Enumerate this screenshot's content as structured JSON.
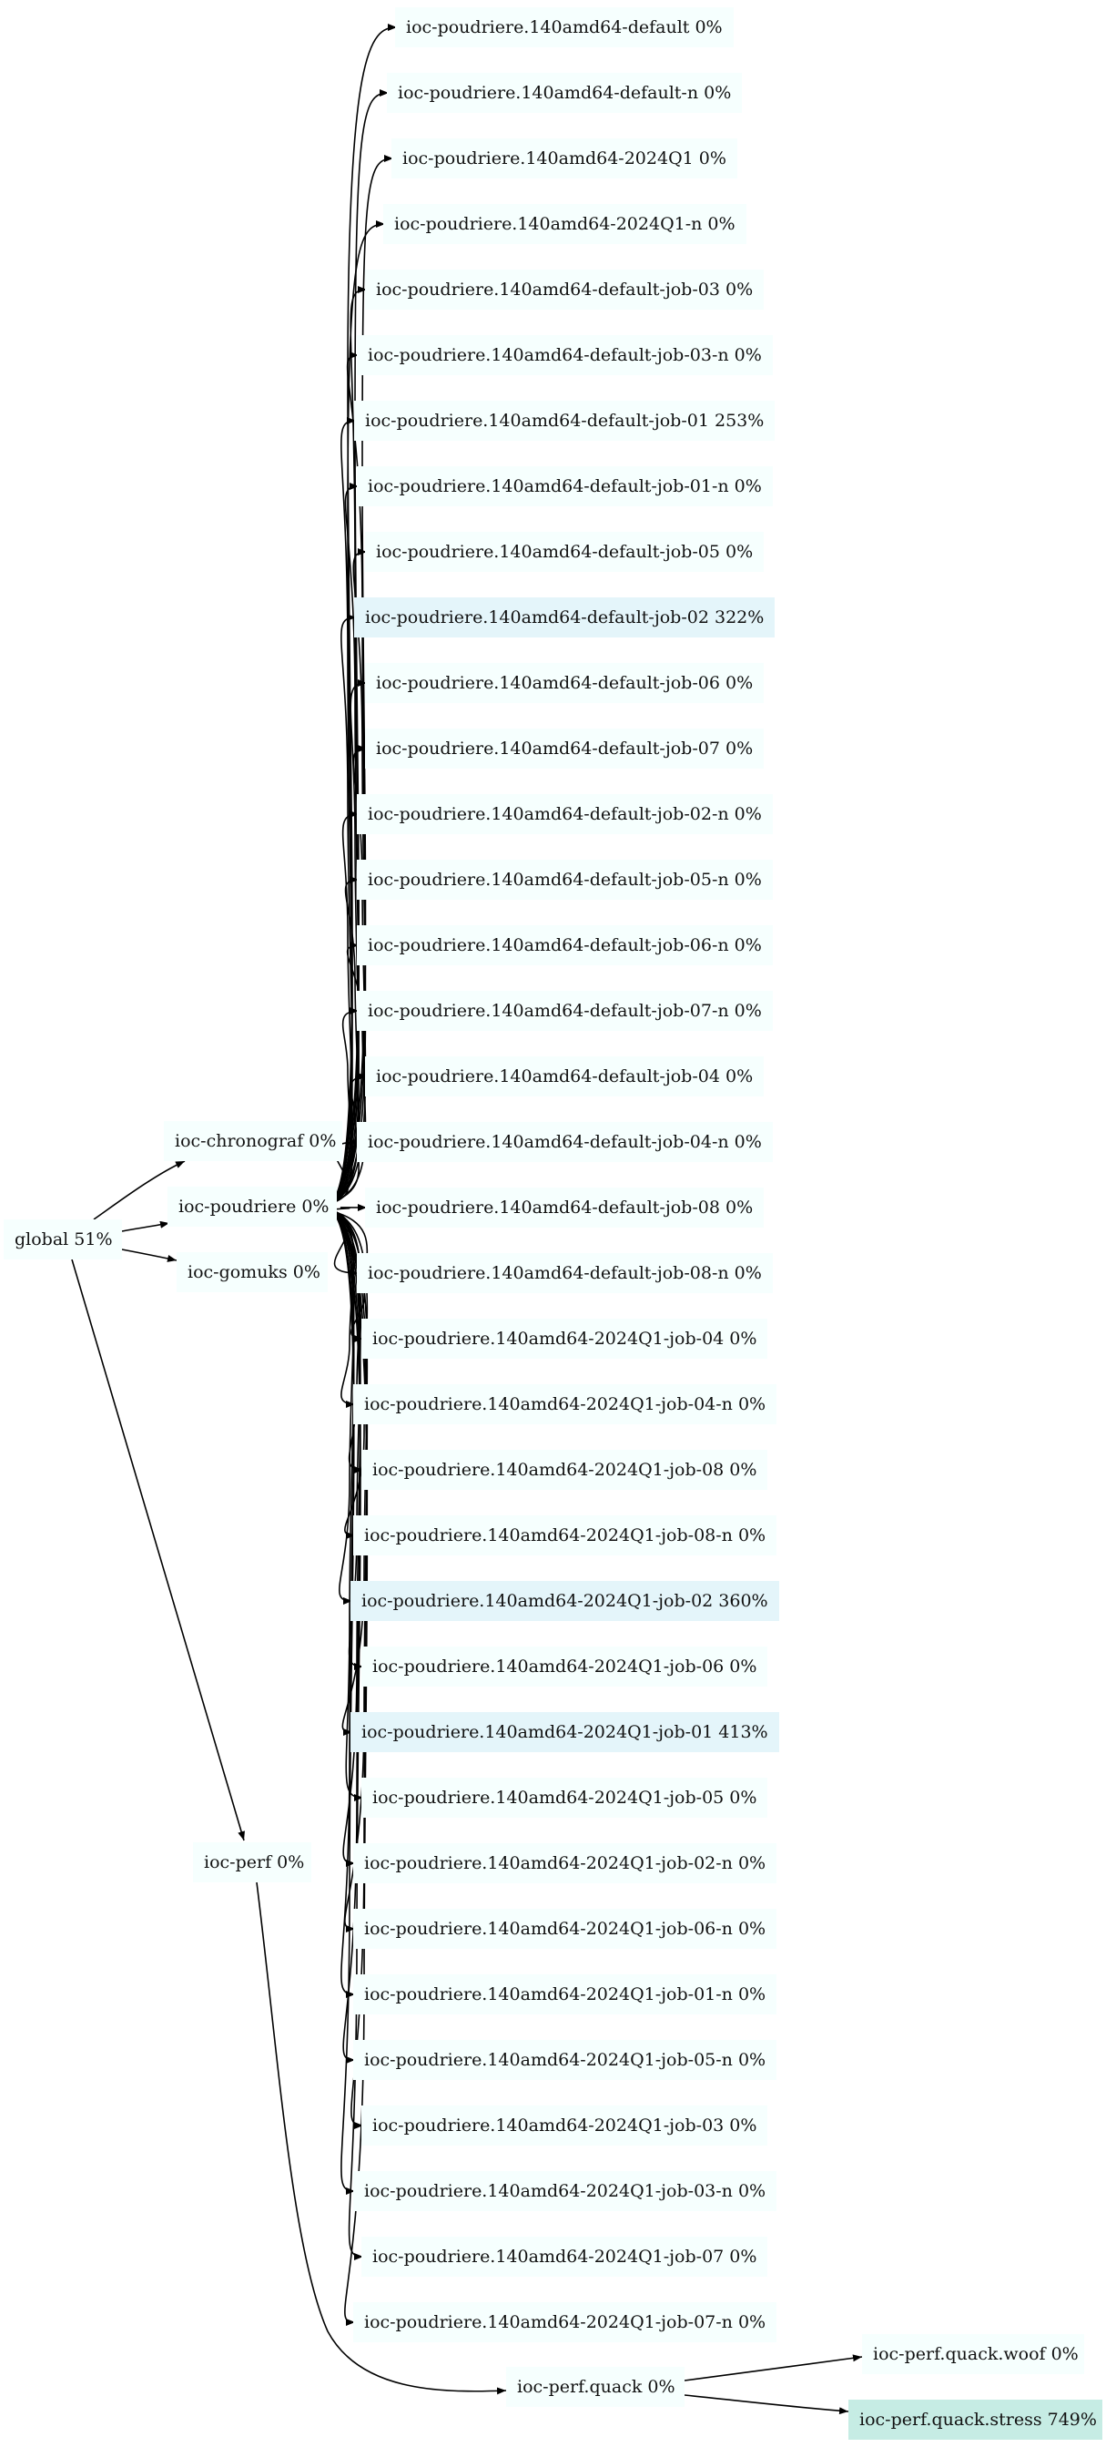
{
  "nodes": {
    "global": {
      "label": "global 51%",
      "fill": "#f6fffe"
    },
    "chronograf": {
      "label": "ioc-chronograf 0%",
      "fill": "#f6fffe"
    },
    "poudriere": {
      "label": "ioc-poudriere 0%",
      "fill": "#f6fffe"
    },
    "gomuks": {
      "label": "ioc-gomuks 0%",
      "fill": "#f6fffe"
    },
    "perf": {
      "label": "ioc-perf 0%",
      "fill": "#f6fffe"
    },
    "quack": {
      "label": "ioc-perf.quack 0%",
      "fill": "#f6fffe"
    },
    "woof": {
      "label": "ioc-perf.quack.woof 0%",
      "fill": "#f6fffe"
    },
    "stress": {
      "label": "ioc-perf.quack.stress 749%",
      "fill": "#c6ece4"
    },
    "jail_children": [
      {
        "label": "ioc-poudriere.140amd64-default 0%",
        "fill": "#f6fffe"
      },
      {
        "label": "ioc-poudriere.140amd64-default-n 0%",
        "fill": "#f6fffe"
      },
      {
        "label": "ioc-poudriere.140amd64-2024Q1 0%",
        "fill": "#f6fffe"
      },
      {
        "label": "ioc-poudriere.140amd64-2024Q1-n 0%",
        "fill": "#f6fffe"
      },
      {
        "label": "ioc-poudriere.140amd64-default-job-03 0%",
        "fill": "#f6fffe"
      },
      {
        "label": "ioc-poudriere.140amd64-default-job-03-n 0%",
        "fill": "#f6fffe"
      },
      {
        "label": "ioc-poudriere.140amd64-default-job-01 253%",
        "fill": "#f6fffe"
      },
      {
        "label": "ioc-poudriere.140amd64-default-job-01-n 0%",
        "fill": "#f6fffe"
      },
      {
        "label": "ioc-poudriere.140amd64-default-job-05 0%",
        "fill": "#f6fffe"
      },
      {
        "label": "ioc-poudriere.140amd64-default-job-02 322%",
        "fill": "#e4f5fa"
      },
      {
        "label": "ioc-poudriere.140amd64-default-job-06 0%",
        "fill": "#f6fffe"
      },
      {
        "label": "ioc-poudriere.140amd64-default-job-07 0%",
        "fill": "#f6fffe"
      },
      {
        "label": "ioc-poudriere.140amd64-default-job-02-n 0%",
        "fill": "#f6fffe"
      },
      {
        "label": "ioc-poudriere.140amd64-default-job-05-n 0%",
        "fill": "#f6fffe"
      },
      {
        "label": "ioc-poudriere.140amd64-default-job-06-n 0%",
        "fill": "#f6fffe"
      },
      {
        "label": "ioc-poudriere.140amd64-default-job-07-n 0%",
        "fill": "#f6fffe"
      },
      {
        "label": "ioc-poudriere.140amd64-default-job-04 0%",
        "fill": "#f6fffe"
      },
      {
        "label": "ioc-poudriere.140amd64-default-job-04-n 0%",
        "fill": "#f6fffe"
      },
      {
        "label": "ioc-poudriere.140amd64-default-job-08 0%",
        "fill": "#f6fffe"
      },
      {
        "label": "ioc-poudriere.140amd64-default-job-08-n 0%",
        "fill": "#f6fffe"
      },
      {
        "label": "ioc-poudriere.140amd64-2024Q1-job-04 0%",
        "fill": "#f6fffe"
      },
      {
        "label": "ioc-poudriere.140amd64-2024Q1-job-04-n 0%",
        "fill": "#f6fffe"
      },
      {
        "label": "ioc-poudriere.140amd64-2024Q1-job-08 0%",
        "fill": "#f6fffe"
      },
      {
        "label": "ioc-poudriere.140amd64-2024Q1-job-08-n 0%",
        "fill": "#f6fffe"
      },
      {
        "label": "ioc-poudriere.140amd64-2024Q1-job-02 360%",
        "fill": "#e4f5fa"
      },
      {
        "label": "ioc-poudriere.140amd64-2024Q1-job-06 0%",
        "fill": "#f6fffe"
      },
      {
        "label": "ioc-poudriere.140amd64-2024Q1-job-01 413%",
        "fill": "#e4f5fa"
      },
      {
        "label": "ioc-poudriere.140amd64-2024Q1-job-05 0%",
        "fill": "#f6fffe"
      },
      {
        "label": "ioc-poudriere.140amd64-2024Q1-job-02-n 0%",
        "fill": "#f6fffe"
      },
      {
        "label": "ioc-poudriere.140amd64-2024Q1-job-06-n 0%",
        "fill": "#f6fffe"
      },
      {
        "label": "ioc-poudriere.140amd64-2024Q1-job-01-n 0%",
        "fill": "#f6fffe"
      },
      {
        "label": "ioc-poudriere.140amd64-2024Q1-job-05-n 0%",
        "fill": "#f6fffe"
      },
      {
        "label": "ioc-poudriere.140amd64-2024Q1-job-03 0%",
        "fill": "#f6fffe"
      },
      {
        "label": "ioc-poudriere.140amd64-2024Q1-job-03-n 0%",
        "fill": "#f6fffe"
      },
      {
        "label": "ioc-poudriere.140amd64-2024Q1-job-07 0%",
        "fill": "#f6fffe"
      },
      {
        "label": "ioc-poudriere.140amd64-2024Q1-job-07-n 0%",
        "fill": "#f6fffe"
      }
    ]
  },
  "edge_color": "#000000"
}
